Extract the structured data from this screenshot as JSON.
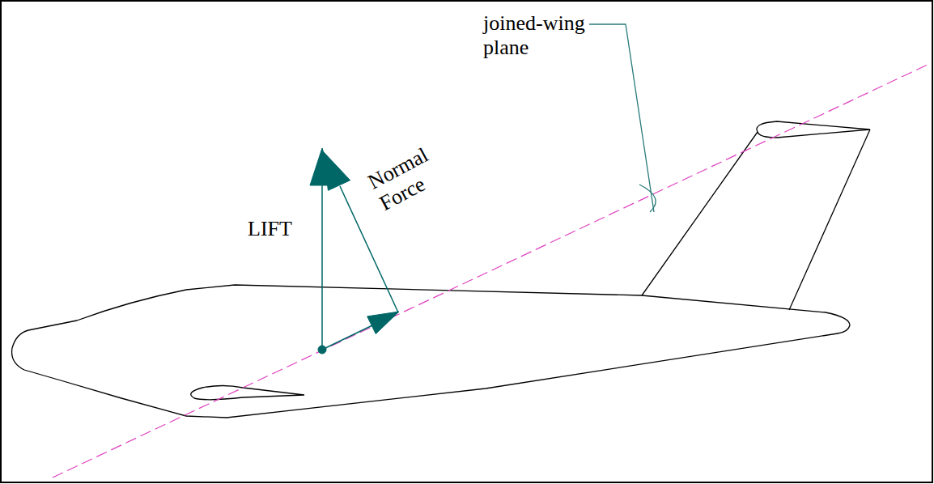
{
  "diagram": {
    "labels": [
      "LIFT",
      "Normal Force",
      "joined-wing plane"
    ]
  }
}
